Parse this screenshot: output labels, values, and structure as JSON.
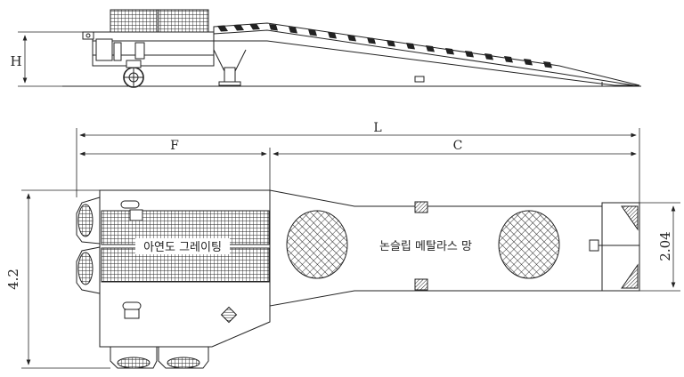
{
  "dimensions": {
    "height": "H",
    "length": "L",
    "front": "F",
    "center": "C",
    "width_total": "4.2",
    "width_ramp": "2.04"
  },
  "callouts": {
    "grating": "아연도 그레이팅",
    "mesh": "논슬립 메탈라스 망"
  },
  "colors": {
    "line": "#222222",
    "paper": "#ffffff"
  }
}
